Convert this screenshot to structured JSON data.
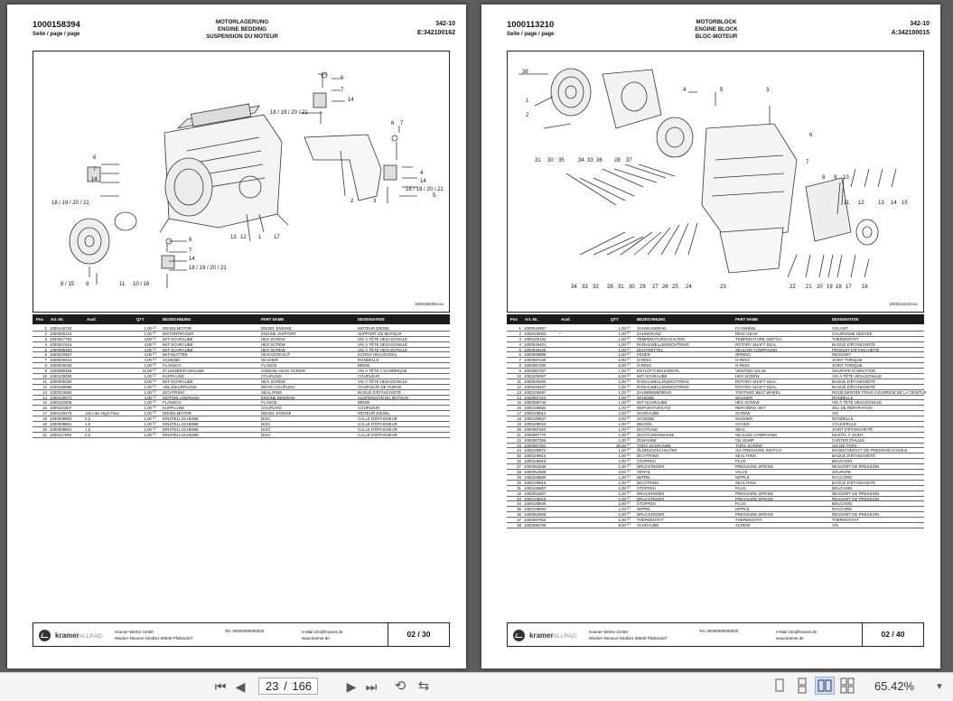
{
  "pages": [
    {
      "id": "1000158394",
      "sub": "Seite / page / page",
      "title": [
        "MOTORLAGERUNG",
        "ENGINE BEDDING",
        "SUSPENSION DU MOTEUR"
      ],
      "num": [
        "342-10",
        "E:342100162"
      ],
      "drawing_ref": "1000158394.iso",
      "callouts": [
        "6",
        "7",
        "14",
        "18 / 19 / 20 / 21",
        "6",
        "7",
        "14",
        "18 / 19 / 20 / 21",
        "4",
        "5",
        "6",
        "7",
        "14",
        "18 / 19 / 20 / 21",
        "2",
        "3",
        "6",
        "7",
        "14",
        "18 / 19 / 20 / 21",
        "8 / 15",
        "9",
        "11",
        "10 / 16",
        "13",
        "12",
        "1",
        "17"
      ],
      "rows": [
        [
          "1",
          "1000148732",
          "",
          "1,00",
          "ST",
          "DIESELMOTOR",
          "DIESEL ENGINE",
          "MOTEUR DIESEL"
        ],
        [
          "2",
          "1000009103",
          "",
          "1,00",
          "ST",
          "MOTORTRÄGER",
          "ENGINE SUPPORT",
          "SUPPORT DE MOTEUR"
        ],
        [
          "3",
          "1000047792",
          "",
          "4,00",
          "ST",
          "6KT-SCHRAUBE",
          "HEX SCREW",
          "VIS À TÊTE HEXAGONALE"
        ],
        [
          "4",
          "1000047616",
          "",
          "4,00",
          "ST",
          "6KT-SCHRAUBE",
          "HEX SCREW",
          "VIS À TÊTE HEXAGONALE"
        ],
        [
          "5",
          "1000085363",
          "",
          "4,00",
          "ST",
          "6KT-SCHRAUBE",
          "HEX SCREW",
          "VIS À TÊTE HEXAGONALE"
        ],
        [
          "6",
          "1000010657",
          "",
          "4,00",
          "ST",
          "6KT-MUTTER",
          "HEXAGON NUT",
          "ECROU HEXAGONAL"
        ],
        [
          "7",
          "1000049219",
          "",
          "4,00",
          "ST",
          "SCHEIBE",
          "WASHER",
          "RONDELLE"
        ],
        [
          "8",
          "1000009035",
          "",
          "1,00",
          "ST",
          "FLANSCH",
          "FLANGE",
          "BRIDE"
        ],
        [
          "9",
          "1000085468",
          "",
          "11,00",
          "ST",
          "ZYLINDERSCHRAUBE",
          "CHEESE HEAD SCREW",
          "VIS À TÊTE CYLINDRIQUE"
        ],
        [
          "10",
          "1000109036",
          "",
          "1,00",
          "ST",
          "KUPPLUNG",
          "COUPLING",
          "COUPLEUR"
        ],
        [
          "11",
          "1000085390",
          "",
          "6,00",
          "ST",
          "6KT-SCHRAUBE",
          "HEX SCREW",
          "VIS À TÊTE HEXAGONALE"
        ],
        [
          "12",
          "1000109095",
          "",
          "1,00",
          "ST",
          "ABLAßKUPPLUNG",
          "DRAIN COUPLING",
          "COUPLEUR DE PURGE"
        ],
        [
          "13",
          "1000013655",
          "",
          "1,00",
          "ST",
          "DICHTRING",
          "SEAL RING",
          "BAGUE D'ÉTANCHÉITÉ"
        ],
        [
          "14",
          "1000109073",
          "",
          "4,00",
          "ST",
          "MOTORLAGERUNG",
          "ENGINE BEDDING",
          "SUSPENSION DU MOTEUR"
        ],
        [
          "15",
          "1000110308",
          "",
          "1,00",
          "ST",
          "FLANSCH",
          "FLANGE",
          "BRIDE"
        ],
        [
          "16",
          "1000110307",
          "",
          "1,00",
          "ST",
          "KUPPLUNG",
          "COUPLING",
          "COUPLEUR"
        ],
        [
          "17",
          "1000149478",
          "115 Liter High Flow",
          "1,00",
          "ST",
          "DIESELMOTOR",
          "DIESEL ENGINE",
          "MOTEUR DIESEL"
        ],
        [
          "18",
          "1000009800",
          "0,5",
          "1,00",
          "ST",
          "EINSTELLSCHEIBE",
          "DISC",
          "CALLE D'ÉPAISSEUR"
        ],
        [
          "19",
          "1000009801",
          "1,0",
          "1,00",
          "ST",
          "EINSTELLSCHEIBE",
          "DISC",
          "CALLE D'ÉPAISSEUR"
        ],
        [
          "20",
          "1000009802",
          "1,5",
          "1,00",
          "ST",
          "EINSTELLSCHEIBE",
          "DISC",
          "CALLE D'ÉPAISSEUR"
        ],
        [
          "21",
          "1000117590",
          "2,0",
          "1,00",
          "ST",
          "EINSTELLSCHEIBE",
          "DISC",
          "CALLE D'ÉPAISSEUR"
        ]
      ],
      "page_label": "02 / 30"
    },
    {
      "id": "1000113210",
      "sub": "Seite / page / page",
      "title": [
        "MOTORBLOCK",
        "ENGINE BLOCK",
        "BLOC-MOTEUR"
      ],
      "num": [
        "342-10",
        "A:342100015"
      ],
      "drawing_ref": "1000113210.iso",
      "callouts": [
        "38",
        "1",
        "2",
        "4",
        "5",
        "3",
        "31",
        "30",
        "35",
        "34",
        "33",
        "36",
        "28",
        "37",
        "6",
        "8",
        "9",
        "10",
        "7",
        "11",
        "12",
        "13",
        "14",
        "15",
        "34",
        "33",
        "32",
        "28",
        "31",
        "30",
        "29",
        "27",
        "26",
        "25",
        "24",
        "23",
        "22",
        "21",
        "20",
        "19",
        "18",
        "17",
        "16"
      ],
      "rows": [
        [
          "1",
          "1000010657",
          "",
          "1,00",
          "ST",
          "SCHWUNGRAD",
          "FLYWHEEL",
          "VOLANT"
        ],
        [
          "2",
          "1000109003",
          "*",
          "1,00",
          "ST",
          "ZAHNKRANZ",
          "RING GEAR",
          "COURONNE DENTEE"
        ],
        [
          "3",
          "1000105192",
          "",
          "1,00",
          "ST",
          "TEMPERATURSCHALTER",
          "TEMPERATURE SWITCH",
          "THERMOSTAT"
        ],
        [
          "4",
          "1000049401",
          "",
          "1,00",
          "ST",
          "RADIALWELLENDICHTRING",
          "ROTARY SHAFT SEAL",
          "BAGUE D'ÉTANCHÉITÉ"
        ],
        [
          "5",
          "1000049436",
          "",
          "1,00",
          "ST",
          "DICHTMITTEL",
          "SEALING COMPOUND",
          "PRODUIT D'ÉTANCHÉITÉ"
        ],
        [
          "6",
          "1000009888",
          "",
          "1,00",
          "ST",
          "FEDER",
          "SPRING",
          "RESSORT"
        ],
        [
          "7",
          "1000087249",
          "",
          "6,00",
          "ST",
          "O-RING",
          "O-RING",
          "JOINT TORIQUE"
        ],
        [
          "8",
          "1000087250",
          "",
          "6,00",
          "ST",
          "O-RING",
          "O-RING",
          "JOINT TORIQUE"
        ],
        [
          "9",
          "1000087257",
          "",
          "1,00",
          "ST",
          "ENTLÜFTUNGSVENTIL",
          "VENTING VALVE",
          "SOUPAPE D'AÉRATION"
        ],
        [
          "10",
          "1000105057",
          "",
          "6,00",
          "ST",
          "6KT-SCHRAUBE",
          "HEX SCREW",
          "VIS À TÊTE HEXAGONALE"
        ],
        [
          "11",
          "1000049406",
          "",
          "1,00",
          "ST",
          "RADIALWELLENDICHTRING",
          "ROTARY SHAFT SEAL",
          "BAGUE D'ÉTANCHÉITÉ"
        ],
        [
          "12",
          "1000049407",
          "",
          "1,00",
          "ST",
          "RADIALWELLENDICHTRING",
          "ROTARY SHAFT SEAL",
          "BAGUE D'ÉTANCHÉITÉ"
        ],
        [
          "13",
          "1000109697",
          "",
          "1,00",
          "ST",
          "ZAHNRIEMENRAD",
          "TOOTHED BELT WHEEL",
          "ROUE DENTÉE POUR COURROIE DE LA CEINTURE"
        ],
        [
          "14",
          "1000087210",
          "",
          "1,00",
          "ST",
          "SCHEIBE",
          "WASHER",
          "RONDELLE"
        ],
        [
          "15",
          "1000086745",
          "",
          "1,00",
          "ST",
          "6KT-SCHRAUBE",
          "HEX SCREW",
          "VIS À TÊTE HEXAGONALE"
        ],
        [
          "16",
          "1000108992",
          "",
          "1,00",
          "ST",
          "REPARATURSATZ",
          "REPAIRING SET",
          "JEU DE RÉPARATION"
        ],
        [
          "17",
          "1000109014",
          "",
          "3,00",
          "ST",
          "SCHRAUBE",
          "SCREW",
          "VIS"
        ],
        [
          "18",
          "1000108847",
          "",
          "3,00",
          "ST",
          "SCHEIBE",
          "WASHER",
          "RONDELLE"
        ],
        [
          "19",
          "1000109010",
          "",
          "1,00",
          "ST",
          "DECKEL",
          "COVER",
          "COUVERCLE"
        ],
        [
          "20",
          "1000087253",
          "",
          "1,00",
          "ST",
          "DICHTUNG",
          "SEAL",
          "JOINT D'ÉTANCHÉITÉ"
        ],
        [
          "21",
          "1000087770",
          "",
          "1,00",
          "ST",
          "DICHTUNGSMASSE",
          "SEALING COMPOUND",
          "MASTIC À JOINT"
        ],
        [
          "22",
          "1000087365",
          "",
          "1,00",
          "ST",
          "ÖLWANNE",
          "OIL SUMP",
          "CARTER D'HUILE"
        ],
        [
          "23",
          "1000087301",
          "",
          "30,00",
          "ST",
          "TORX-SCHRAUBE",
          "TORX SCREW",
          "VIS DE TORX"
        ],
        [
          "24",
          "1000109872",
          "",
          "1,00",
          "ST",
          "ÖLDRUCKSCHALTER",
          "OIL PRESSURE SWITCH",
          "MANOCONTACT DE PRESSION D'HUILE"
        ],
        [
          "25",
          "1000108916",
          "",
          "1,00",
          "ST",
          "DICHTRING",
          "SEAL RING",
          "BAGUE D'ÉTANCHÉITÉ"
        ],
        [
          "26",
          "1000108918",
          "",
          "2,00",
          "ST",
          "STOPFEN",
          "PLUG",
          "BOUCHON"
        ],
        [
          "27",
          "1000052538",
          "",
          "1,00",
          "ST",
          "DRUCKFEDER",
          "PRESSURE SPRING",
          "RESSORT DE PRESSION"
        ],
        [
          "28",
          "1000052505",
          "",
          "3,00",
          "ST",
          "VENTIL",
          "VALVE",
          "SOUPAPE"
        ],
        [
          "29",
          "1000108900",
          "",
          "1,00",
          "ST",
          "NIPPEL",
          "NIPPLE",
          "RACCORD"
        ],
        [
          "30",
          "1000108915",
          "",
          "2,00",
          "ST",
          "DICHTRING",
          "SEAL RING",
          "BAGUE D'ÉTANCHÉITÉ"
        ],
        [
          "31",
          "1000108857",
          "",
          "2,00",
          "ST",
          "STOPFEN",
          "PLUG",
          "BOUCHON"
        ],
        [
          "32",
          "1000052507",
          "",
          "1,00",
          "ST",
          "DRUCKFEDER",
          "PRESSURE SPRING",
          "RESSORT DE PRESSION"
        ],
        [
          "33",
          "1000108919",
          "",
          "2,00",
          "ST",
          "DRUCKFEDER",
          "PRESSURE SPRING",
          "RESSORT DE PRESSION"
        ],
        [
          "34",
          "1000108845",
          "",
          "2,00",
          "ST",
          "STOPFEN",
          "PLUG",
          "BOUCHON"
        ],
        [
          "35",
          "1000108993",
          "",
          "1,00",
          "ST",
          "NIPPEL",
          "NIPPLE",
          "RACCORD"
        ],
        [
          "36",
          "1000052506",
          "",
          "2,00",
          "ST",
          "DRUCKFEDER",
          "PRESSURE SPRING",
          "RESSORT DE PRESSION"
        ],
        [
          "37",
          "1000087654",
          "",
          "1,00",
          "ST",
          "THERMOSTAT",
          "THERMOSTAT",
          "THERMOSTAT"
        ],
        [
          "38",
          "1000086758",
          "",
          "8,00",
          "ST",
          "SCHRAUBE",
          "SCREW",
          "VIS"
        ]
      ],
      "page_label": "02 / 40"
    }
  ],
  "table_header": [
    "Pos",
    "Art.-Nr.",
    "Ausf.",
    "QTY",
    "BEZEICHNUNG",
    "PART NAME",
    "DESIGNATION"
  ],
  "footer": {
    "brand": "kramer",
    "brand_suffix": "ALLRAD",
    "company": "Kramer-Werke GmbH",
    "address": "Wacker-Neuson-Straße1  88630 Pfullendorf",
    "tel": "Tel. 00000000000020",
    "email": "e-Mail info@kramer.de",
    "web": "www.kramer.de"
  },
  "toolbar": {
    "page_current": "23",
    "page_sep": "/",
    "page_total": "166",
    "zoom": "65.42%"
  }
}
